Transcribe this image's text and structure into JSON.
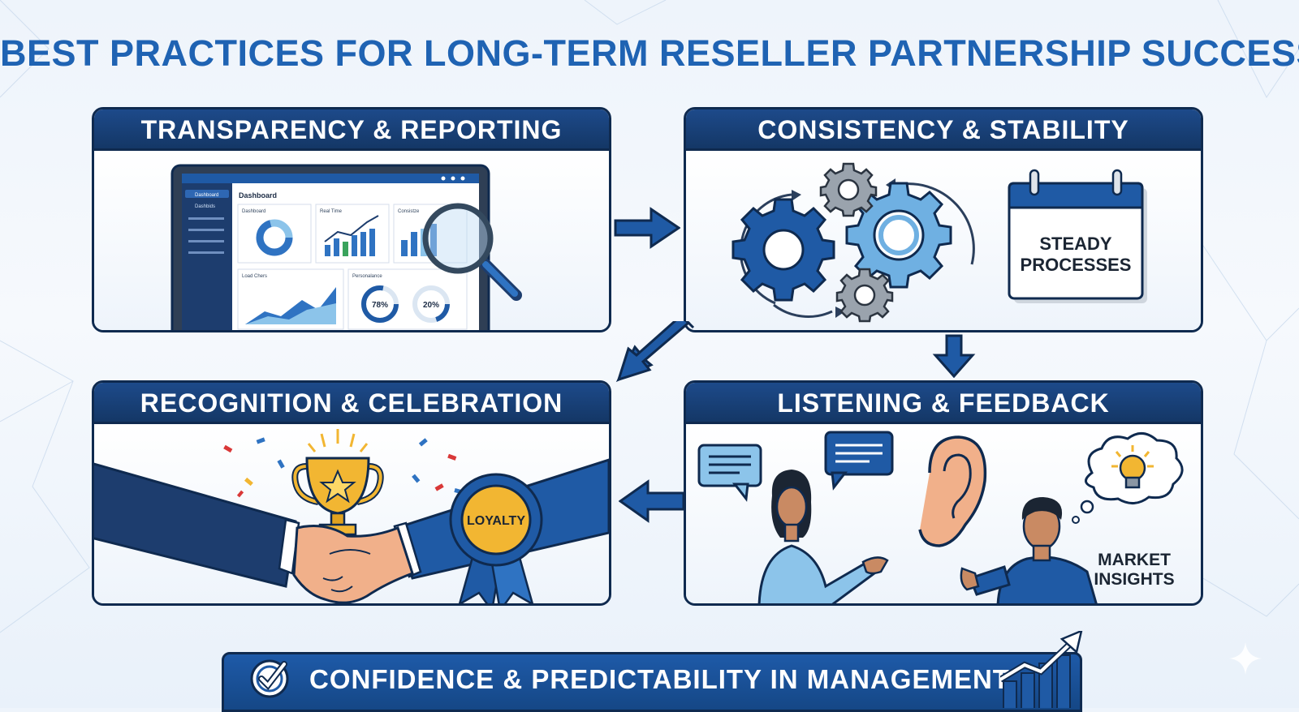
{
  "title": "BEST PRACTICES FOR LONG-TERM RESELLER PARTNERSHIP SUCCESS",
  "panels": {
    "transparency": {
      "heading": "TRANSPARENCY & REPORTING",
      "dashboard": {
        "title": "Dashboard",
        "sidebar": [
          "Dashboard",
          "Dashbids"
        ],
        "cards": [
          "Dashboard",
          "Real Time",
          "Consistze"
        ],
        "bottom_cards": [
          "Load Chers",
          "Personalance"
        ],
        "gauge_values": [
          "78%",
          "20%"
        ]
      }
    },
    "consistency": {
      "heading": "CONSISTENCY & STABILITY",
      "calendar_line1": "STEADY",
      "calendar_line2": "PROCESSES"
    },
    "recognition": {
      "heading": "RECOGNITION & CELEBRATION",
      "badge": "LOYALTY"
    },
    "listening": {
      "heading": "LISTENING & FEEDBACK",
      "thought_line1": "MARKET",
      "thought_line2": "INSIGHTS"
    }
  },
  "footer": "CONFIDENCE & PREDICTABILITY IN MANAGEMENT",
  "colors": {
    "title": "#1f63b3",
    "header": "#1d4a8a",
    "outline": "#0f2a4f",
    "accent": "#2a6fc4",
    "light_accent": "#7fb6e6",
    "gold": "#f2b632"
  }
}
